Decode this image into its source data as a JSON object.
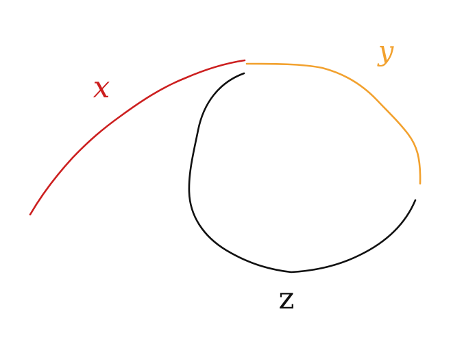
{
  "diagram": {
    "labels": {
      "x": "x",
      "y": "y",
      "z": "z"
    },
    "colors": {
      "background": "#ffffff",
      "x": "#cc1f1f",
      "y": "#f2a12e",
      "z": "#111111"
    }
  }
}
